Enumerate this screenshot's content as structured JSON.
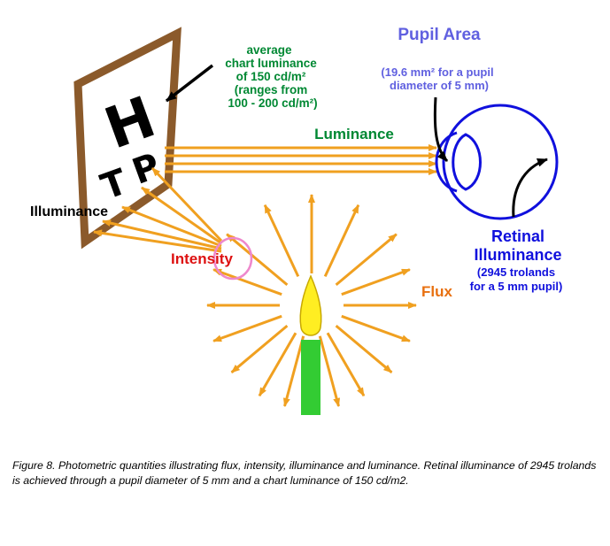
{
  "diagram": {
    "chart_letters": [
      "H",
      "T",
      "P"
    ],
    "labels": {
      "luminance_note": [
        "average",
        "chart luminance",
        "of 150 cd/m²",
        "(ranges from",
        "100 - 200 cd/m²)"
      ],
      "pupil_area_title": "Pupil Area",
      "pupil_area_note": [
        "(19.6 mm² for a pupil",
        "diameter of 5 mm)"
      ],
      "luminance": "Luminance",
      "illuminance": "Illuminance",
      "intensity": "Intensity",
      "flux": "Flux",
      "retinal_title": [
        "Retinal",
        "Illuminance"
      ],
      "retinal_note": [
        "(2945  trolands",
        "for a 5 mm pupil)"
      ]
    },
    "colors": {
      "frame": "#8b5a2b",
      "green_text": "#008833",
      "purple_text": "#6060e0",
      "blue_eye": "#1010dd",
      "arrows": "#f0a020",
      "red_text": "#dd1111",
      "intensity_circle": "#ee88cc",
      "orange_text": "#e87010",
      "flame": "#ffee22",
      "candle": "#33cc33"
    }
  },
  "caption": {
    "text": "Figure 8. Photometric quantities illustrating flux, intensity, illuminance and luminance. Retinal illuminance of 2945 trolands is achieved through a pupil diameter of 5 mm and a chart luminance of 150 cd/m2."
  }
}
